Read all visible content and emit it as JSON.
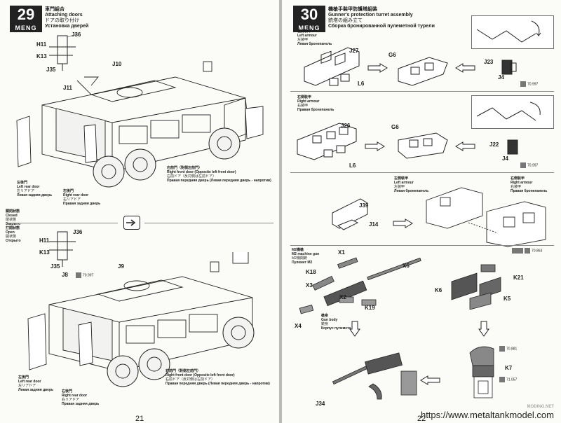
{
  "left": {
    "step_number": "29",
    "logo": "MENG",
    "title": [
      "車門組合",
      "Attaching doors",
      "ドアの取り付け",
      "Установка дверей"
    ],
    "top_parts": {
      "j36": "J36",
      "h11": "H11",
      "k13": "K13",
      "j35": "J35",
      "j10": "J10",
      "j11": "J11"
    },
    "left_rear_door": [
      "左後門",
      "Left rear door",
      "左リアドア",
      "Левая задняя дверь"
    ],
    "right_rear_door": [
      "右後門",
      "Right rear door",
      "右リアドア",
      "Правая задняя дверь"
    ],
    "right_front_door": [
      "右前門（對側左前門）",
      "Right front door (Opposite left front door)",
      "右前ドア（反対側は左前ドア）",
      "Правая передняя дверь (Левая передняя дверь - напротив)"
    ],
    "closed": [
      "關閉狀態",
      "Closed",
      "閉状態",
      "Закрыто"
    ],
    "open": [
      "打開狀態",
      "Open",
      "開状態",
      "Открыто"
    ],
    "bottom_parts": {
      "j36": "J36",
      "h11": "H11",
      "k13": "K13",
      "j35": "J35",
      "j8": "J8",
      "j9": "J9",
      "ref": "70.997"
    },
    "page_number": "21"
  },
  "right": {
    "step_number": "30",
    "logo": "MENG",
    "title": [
      "機槍手裝甲防護塔組裝",
      "Gunner's protection turret assembly",
      "銃塔の組み立て",
      "Сборка бронированной пулеметной турели"
    ],
    "section1": {
      "caption": [
        "左側裝甲",
        "Left armour",
        "左装甲",
        "Левая бронепанель"
      ],
      "parts": [
        "J27",
        "L6",
        "G6",
        "J23",
        "J4"
      ],
      "ref": "70.997"
    },
    "section2": {
      "caption": [
        "右側裝甲",
        "Right armour",
        "右装甲",
        "Правая бронепанель"
      ],
      "parts": [
        "J26",
        "L6",
        "G6",
        "J22",
        "J4"
      ],
      "ref": "70.997"
    },
    "section3": {
      "left_caption": [
        "左側裝甲",
        "Left armour",
        "左装甲",
        "Левая бронепанель"
      ],
      "right_caption": [
        "右側裝甲",
        "Right armour",
        "右装甲",
        "Правая бронепанель"
      ],
      "parts": [
        "J39",
        "J14"
      ]
    },
    "section4": {
      "title": [
        "M2機槍",
        "M2 machine gun",
        "M2機関銃",
        "Пулемет М2"
      ],
      "parts": [
        "X1",
        "X6",
        "K18",
        "X3",
        "X2",
        "K19",
        "X4",
        "K6",
        "K21",
        "K5",
        "K7",
        "J34"
      ],
      "gun_body": [
        "槍身",
        "Gun body",
        "銃身",
        "Корпус пулемета"
      ],
      "refs": [
        "70.863",
        "70.881",
        "71.057"
      ]
    },
    "page_number": "22"
  },
  "watermark": "https://www.metaltankmodel.com",
  "corner_tag": "MODING.NET"
}
